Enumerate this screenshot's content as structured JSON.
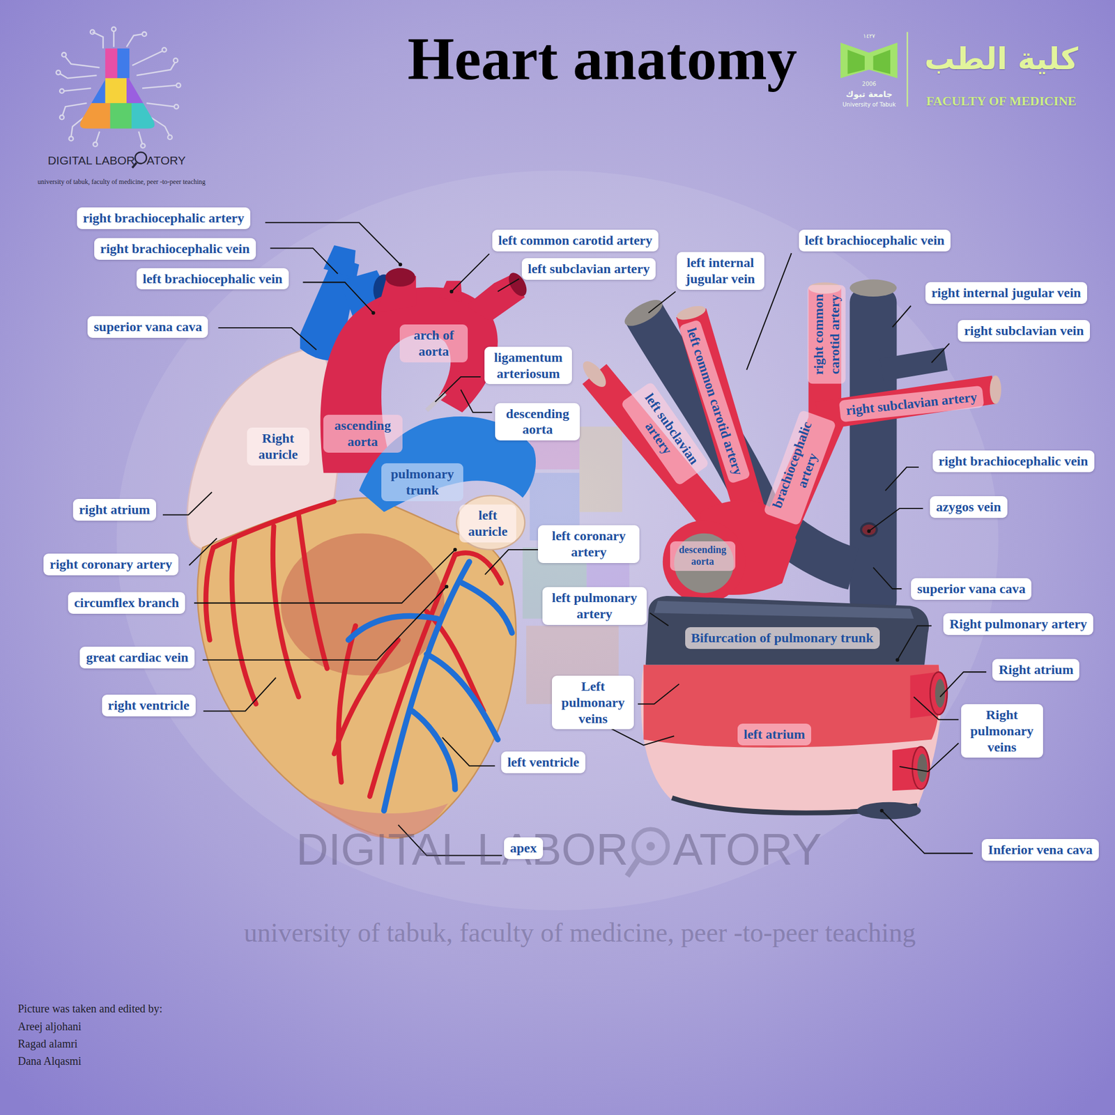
{
  "diagram": {
    "title": "Heart anatomy",
    "nodes": [
      {
        "text": [
          "right brachiocephalic artery"
        ]
      },
      {
        "text": [
          "right brachiocephalic vein"
        ]
      },
      {
        "text": [
          "left brachiocephalic vein"
        ]
      },
      {
        "text": [
          "superior vana cava"
        ]
      },
      {
        "text": [
          "left common carotid artery"
        ]
      },
      {
        "text": [
          "left subclavian artery"
        ]
      },
      {
        "text": [
          "arch of aorta"
        ]
      },
      {
        "text": [
          "ligamentum arteriosum"
        ]
      },
      {
        "text": [
          "descending aorta"
        ]
      },
      {
        "text": [
          "ascending aorta"
        ]
      },
      {
        "text": [
          "Right auricle"
        ]
      },
      {
        "text": [
          "pulmonary trunk"
        ]
      },
      {
        "text": [
          "left auricle"
        ]
      },
      {
        "text": [
          "right atrium"
        ]
      },
      {
        "text": [
          "left coronary artery"
        ]
      },
      {
        "text": [
          "right coronary artery"
        ]
      },
      {
        "text": [
          "circumflex branch"
        ]
      },
      {
        "text": [
          "great cardiac vein"
        ]
      },
      {
        "text": [
          "right ventricle"
        ]
      },
      {
        "text": [
          "left ventricle"
        ]
      },
      {
        "text": [
          "apex"
        ]
      },
      {
        "text": [
          "left internal jugular vein"
        ]
      },
      {
        "text": [
          "left brachiocephalic vein"
        ]
      },
      {
        "text": [
          "right internal jugular vein"
        ]
      },
      {
        "text": [
          "right subclavian vein"
        ]
      },
      {
        "text": [
          "left common carotid artery"
        ]
      },
      {
        "text": [
          "right common carotid artery"
        ]
      },
      {
        "text": [
          "left subclavian artery"
        ]
      },
      {
        "text": [
          "right subclavian artery"
        ]
      },
      {
        "text": [
          "brachiocephalic artery"
        ]
      },
      {
        "text": [
          "right brachiocephalic vein"
        ]
      },
      {
        "text": [
          "azygos vein"
        ]
      },
      {
        "text": [
          "descending aorta"
        ]
      },
      {
        "text": [
          "left pulmonary artery"
        ]
      },
      {
        "text": [
          "superior vana cava"
        ]
      },
      {
        "text": [
          "Bifurcation of pulmonary trunk"
        ]
      },
      {
        "text": [
          "Right pulmonary artery"
        ]
      },
      {
        "text": [
          "Right atrium"
        ]
      },
      {
        "text": [
          "Left pulmonary veins"
        ]
      },
      {
        "text": [
          "left atrium"
        ]
      },
      {
        "text": [
          "Right pulmonary veins"
        ]
      },
      {
        "text": [
          "Inferior vena cava"
        ]
      }
    ],
    "labels": [
      "DIGITAL LABOR",
      "ATORY",
      "university of tabuk, faculty of medicine, peer -to-peer teaching",
      "١٤٢٧",
      "2006",
      "جامعة تبوك",
      "University of Tabuk",
      "كلية الطب",
      "FACULTY OF MEDICINE",
      "DIGITAL LABOR",
      "ATORY",
      "university of tabuk, faculty of medicine, peer -to-peer teaching",
      "Picture was taken and edited by:",
      "Areej aljohani",
      "Ragad alamri",
      "Dana Alqasmi"
    ]
  }
}
